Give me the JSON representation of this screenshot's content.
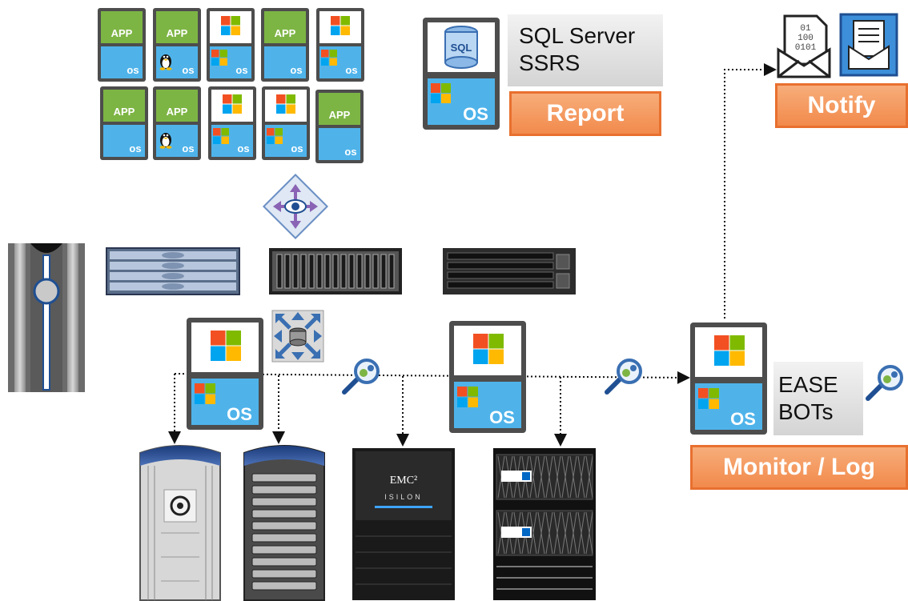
{
  "report": {
    "title_line1": "SQL Server",
    "title_line2": "SSRS",
    "label": "Report",
    "db_label": "SQL"
  },
  "notify": {
    "label": "Notify",
    "binary_text": [
      "01",
      "100",
      "0101"
    ]
  },
  "monitor": {
    "title_line1": "EASE",
    "title_line2": "BOTs",
    "label": "Monitor / Log"
  },
  "vm_grid": {
    "app_label": "APP",
    "os_label": "os",
    "row1": [
      {
        "top": "app",
        "bottom": "os"
      },
      {
        "top": "app",
        "bottom": "linux"
      },
      {
        "top": "windows",
        "bottom": "windows-os"
      },
      {
        "top": "app",
        "bottom": "os"
      },
      {
        "top": "windows",
        "bottom": "windows-os"
      }
    ],
    "row2": [
      {
        "top": "app",
        "bottom": "os"
      },
      {
        "top": "app",
        "bottom": "linux"
      },
      {
        "top": "windows",
        "bottom": "windows-os"
      },
      {
        "top": "windows",
        "bottom": "windows-os"
      },
      {
        "top": "app",
        "bottom": "os"
      }
    ]
  },
  "hosts": {
    "os_label": "OS"
  },
  "storage": {
    "emc_brand": "EMC²",
    "isilon_label": "ISILON"
  },
  "icons": [
    "sql-database-icon",
    "windows-icon",
    "linux-icon",
    "eye-arrows-icon",
    "database-arrows-icon",
    "search-gear-icon",
    "document-mail-icon",
    "binary-mail-icon"
  ],
  "colors": {
    "accent_orange": "#f28a4c",
    "orange_border": "#e8702f",
    "app_green": "#7db544",
    "os_blue": "#4fb3ea",
    "frame_grey": "#4d4d4d"
  }
}
